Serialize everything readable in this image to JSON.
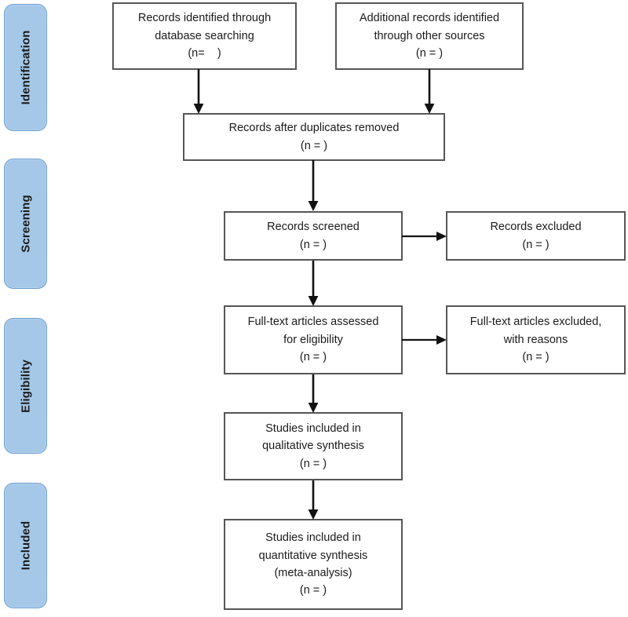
{
  "diagram": {
    "title": "PRISMA flow diagram",
    "colors": {
      "stage_fill": "#a5c8e8",
      "stage_border": "#6f9fd0",
      "box_border": "#565656",
      "box_fill": "#ffffff",
      "text": "#1b1b1b",
      "arrow": "#111111"
    }
  },
  "stages": [
    {
      "id": "identification",
      "label": "Identification"
    },
    {
      "id": "screening",
      "label": "Screening"
    },
    {
      "id": "eligibility",
      "label": "Eligibility"
    },
    {
      "id": "included",
      "label": "Included"
    }
  ],
  "boxes": {
    "records_identified": {
      "lines": [
        "Records identified through",
        "database searching",
        "(n=    )"
      ]
    },
    "additional_records": {
      "lines": [
        "Additional records identified",
        "through other sources",
        "(n = )"
      ]
    },
    "duplicates_removed": {
      "lines": [
        "Records after duplicates removed",
        "(n = )"
      ]
    },
    "records_screened": {
      "lines": [
        "Records screened",
        "(n = )"
      ]
    },
    "records_excluded": {
      "lines": [
        "Records excluded",
        "(n = )"
      ]
    },
    "fulltext_assessed": {
      "lines": [
        "Full-text articles assessed",
        "for eligibility",
        "(n = )"
      ]
    },
    "fulltext_excluded": {
      "lines": [
        "Full-text articles excluded,",
        "with reasons",
        "(n = )"
      ]
    },
    "qualitative_synthesis": {
      "lines": [
        "Studies included in",
        "qualitative synthesis",
        "(n = )"
      ]
    },
    "quantitative_synthesis": {
      "lines": [
        "Studies included in",
        "quantitative synthesis",
        "(meta-analysis)",
        "(n = )"
      ]
    }
  },
  "connectors": [
    {
      "id": "identified-to-duplicates",
      "from": "records_identified",
      "to": "duplicates_removed",
      "direction": "down"
    },
    {
      "id": "additional-to-duplicates",
      "from": "additional_records",
      "to": "duplicates_removed",
      "direction": "down"
    },
    {
      "id": "duplicates-to-screened",
      "from": "duplicates_removed",
      "to": "records_screened",
      "direction": "down"
    },
    {
      "id": "screened-to-excluded",
      "from": "records_screened",
      "to": "records_excluded",
      "direction": "right"
    },
    {
      "id": "screened-to-fulltext",
      "from": "records_screened",
      "to": "fulltext_assessed",
      "direction": "down"
    },
    {
      "id": "fulltext-to-excluded",
      "from": "fulltext_assessed",
      "to": "fulltext_excluded",
      "direction": "right"
    },
    {
      "id": "fulltext-to-qualitative",
      "from": "fulltext_assessed",
      "to": "qualitative_synthesis",
      "direction": "down"
    },
    {
      "id": "qualitative-to-quantitative",
      "from": "qualitative_synthesis",
      "to": "quantitative_synthesis",
      "direction": "down"
    }
  ]
}
